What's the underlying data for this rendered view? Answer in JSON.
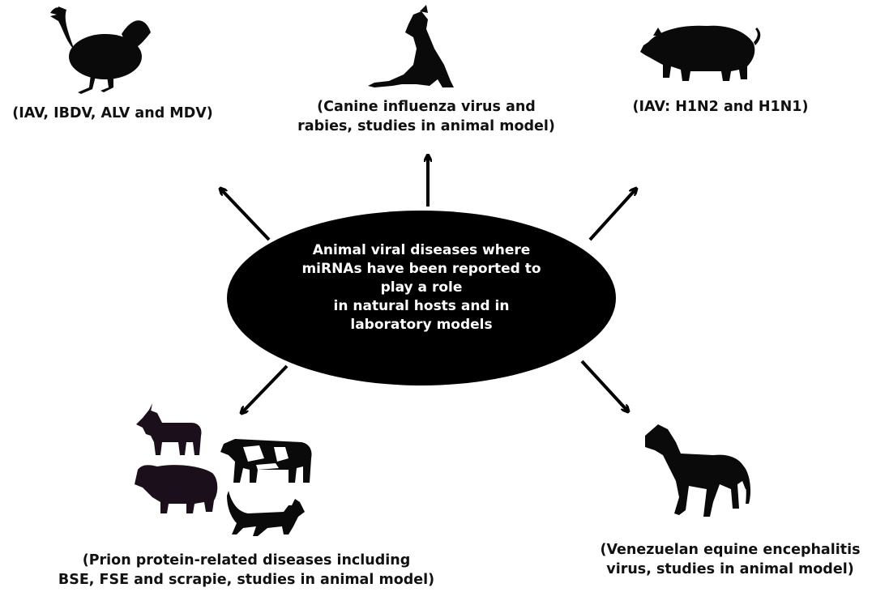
{
  "center": {
    "lines": [
      "Animal viral diseases where",
      "miRNAs have been reported to",
      "play a role",
      "in natural hosts and in",
      "laboratory models"
    ]
  },
  "nodes": {
    "poultry": {
      "lines": [
        "(IAV, IBDV, ALV and MDV)"
      ],
      "icon": "chicken-icon"
    },
    "dog": {
      "lines": [
        "(Canine influenza virus and",
        "rabies, studies in animal model)"
      ],
      "icon": "dog-icon"
    },
    "pig": {
      "lines": [
        "(IAV: H1N2 and H1N1)"
      ],
      "icon": "pig-icon"
    },
    "prion": {
      "lines": [
        "(Prion protein-related diseases including",
        "BSE, FSE and scrapie, studies in animal model)"
      ],
      "icons": [
        "goat-icon",
        "cow-icon",
        "sheep-icon",
        "cat-icon"
      ]
    },
    "horse": {
      "lines": [
        "(Venezuelan equine encephalitis",
        "virus, studies in animal model)"
      ],
      "icon": "horse-icon"
    }
  },
  "colors": {
    "ellipse": "#000000",
    "ellipse_text": "#ffffff",
    "arrow": "#000000",
    "silhouette": "#0a0a0a"
  }
}
